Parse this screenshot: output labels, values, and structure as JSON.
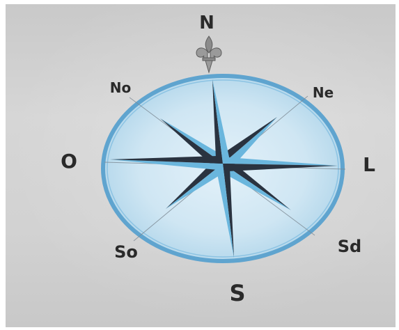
{
  "compass": {
    "north": "N",
    "northeast": "Ne",
    "east": "L",
    "southeast": "Sd",
    "south": "S",
    "southwest": "So",
    "west": "O",
    "northwest": "No"
  },
  "colors": {
    "disc_fill": "#cfe6f3",
    "disc_ring": "#5fa4cf",
    "star_light": "#6ab6dd",
    "star_dark": "#2a3340",
    "paper": "#d2d2d2",
    "label": "#2a2a2a"
  },
  "icons": [
    "fleur-de-lis-icon"
  ]
}
